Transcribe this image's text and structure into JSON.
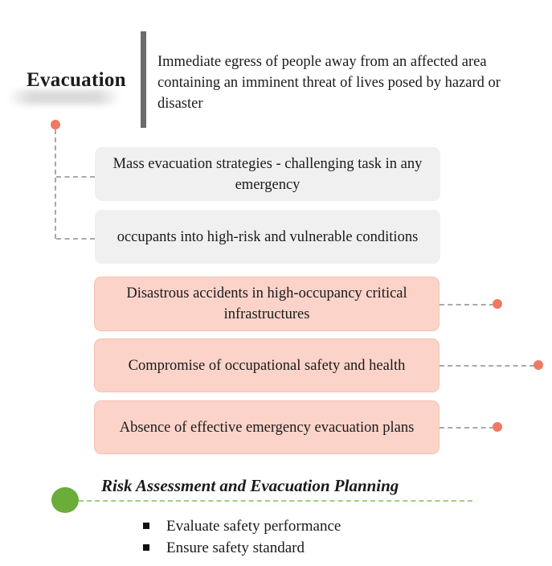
{
  "header": {
    "title": "Evacuation",
    "definition": "Immediate egress of people away from an affected area containing an imminent threat of lives posed by hazard or disaster"
  },
  "grey_items": [
    "Mass evacuation strategies - challenging task in any emergency",
    "occupants into high-risk and vulnerable conditions"
  ],
  "pink_items": [
    "Disastrous accidents in high-occupancy critical infrastructures",
    "Compromise of occupational safety and health",
    "Absence of effective emergency evacuation plans"
  ],
  "section": {
    "title": "Risk Assessment and Evacuation Planning",
    "bullets": [
      "Evaluate safety performance",
      "Ensure safety standard"
    ]
  },
  "colors": {
    "accent_red": "#ef7a63",
    "pink_box": "#fbd3c9",
    "grey_box": "#f0f0f0",
    "green": "#6aad3a",
    "bar": "#6b6b6b"
  }
}
